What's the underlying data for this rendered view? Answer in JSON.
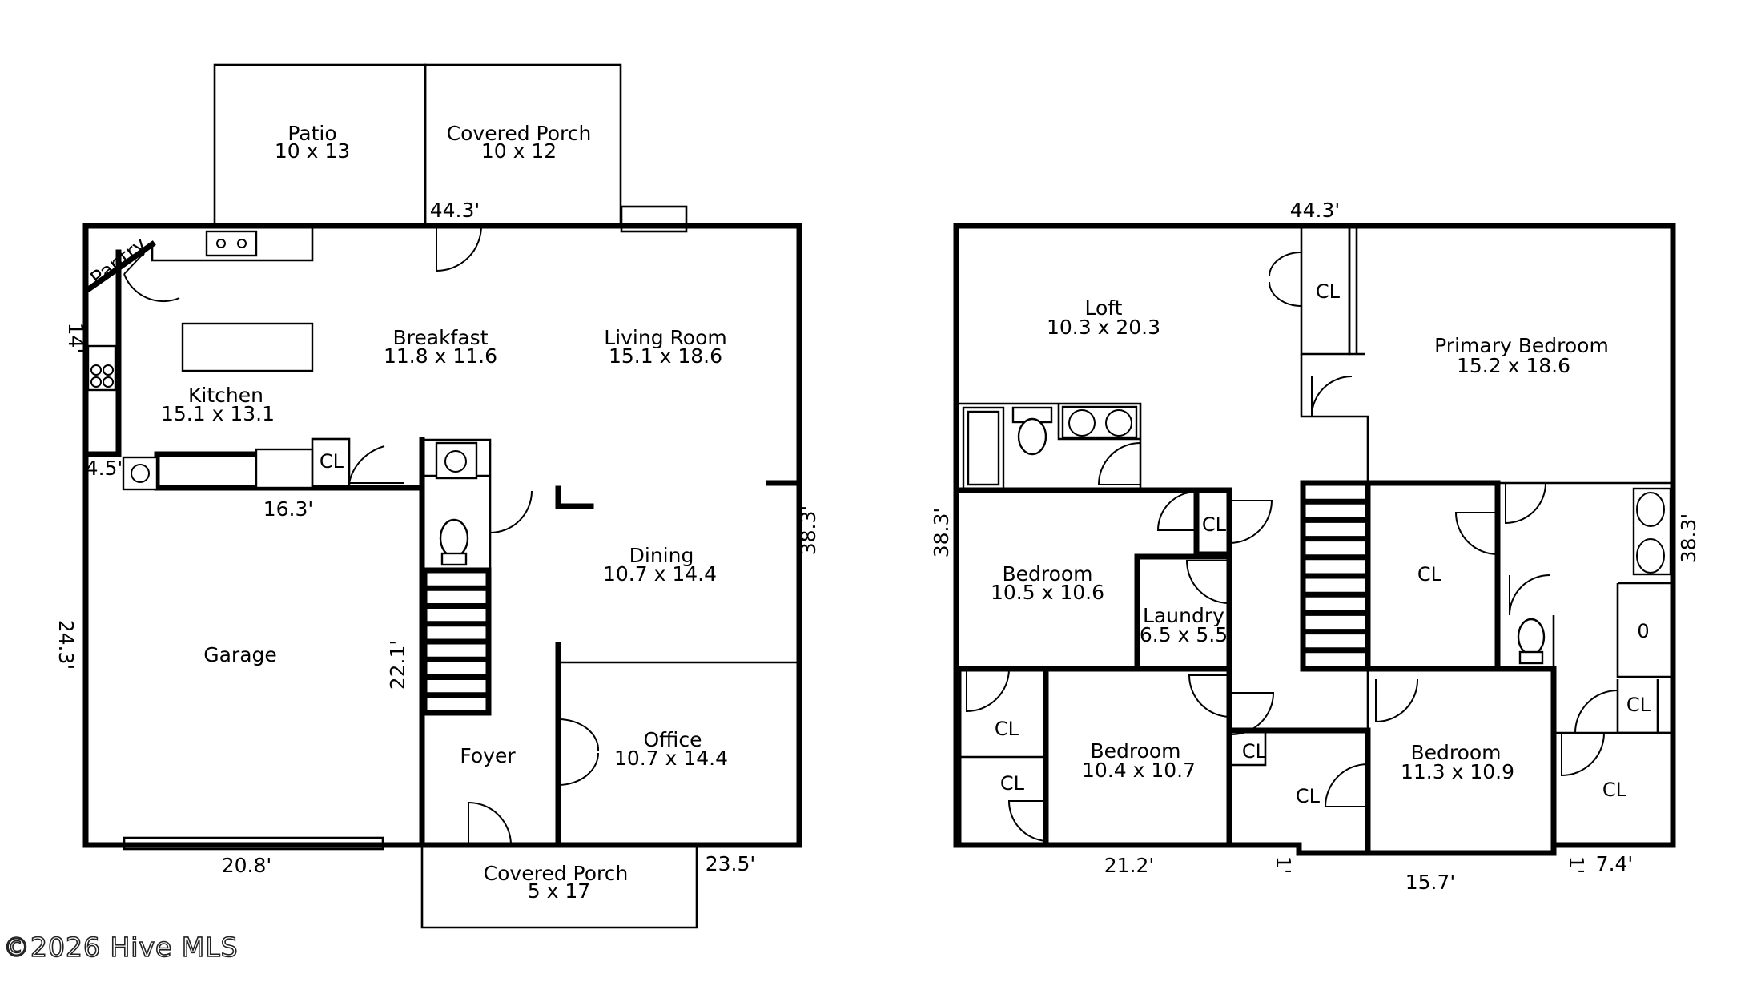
{
  "rooms": {
    "patio": {
      "name": "Patio",
      "size": "10 x 13"
    },
    "covered_porch_rear": {
      "name": "Covered Porch",
      "size": "10 x 12"
    },
    "pantry": {
      "name": "Pantry"
    },
    "breakfast": {
      "name": "Breakfast",
      "size": "11.8 x 11.6"
    },
    "living_room": {
      "name": "Living Room",
      "size": "15.1 x 18.6"
    },
    "kitchen": {
      "name": "Kitchen",
      "size": "15.1 x 13.1"
    },
    "dining": {
      "name": "Dining",
      "size": "10.7 x 14.4"
    },
    "garage": {
      "name": "Garage"
    },
    "foyer": {
      "name": "Foyer"
    },
    "office": {
      "name": "Office",
      "size": "10.7 x 14.4"
    },
    "covered_porch_front": {
      "name": "Covered Porch",
      "size": "5 x 17"
    },
    "loft": {
      "name": "Loft",
      "size": "10.3 x 20.3"
    },
    "primary_bedroom": {
      "name": "Primary Bedroom",
      "size": "15.2 x 18.6"
    },
    "bedroom_1": {
      "name": "Bedroom",
      "size": "10.5 x 10.6"
    },
    "laundry": {
      "name": "Laundry",
      "size": "6.5 x 5.5"
    },
    "bedroom_2": {
      "name": "Bedroom",
      "size": "10.4 x 10.7"
    },
    "bedroom_3": {
      "name": "Bedroom",
      "size": "11.3 x 10.9"
    }
  },
  "closet_label": "CL",
  "dimensions": {
    "d1_top": "44.3'",
    "d1_left": "14'",
    "d1_kitchen_small": "4.5'",
    "d1_kitchen_bottom": "16.3'",
    "d1_right": "38.3'",
    "d1_garage_side": "24.3'",
    "d1_stair": "22.1'",
    "d1_bottom_left": "20.8'",
    "d1_bottom_right": "23.5'",
    "d2_top": "44.3'",
    "d2_left": "38.3'",
    "d2_right": "38.3'",
    "d2_bottom_left": "21.2'",
    "d2_jog_a": "1'",
    "d2_bottom_mid": "15.7'",
    "d2_jog_b": "1'",
    "d2_bottom_right": "7.4'"
  },
  "copyright": "©2026 Hive MLS"
}
